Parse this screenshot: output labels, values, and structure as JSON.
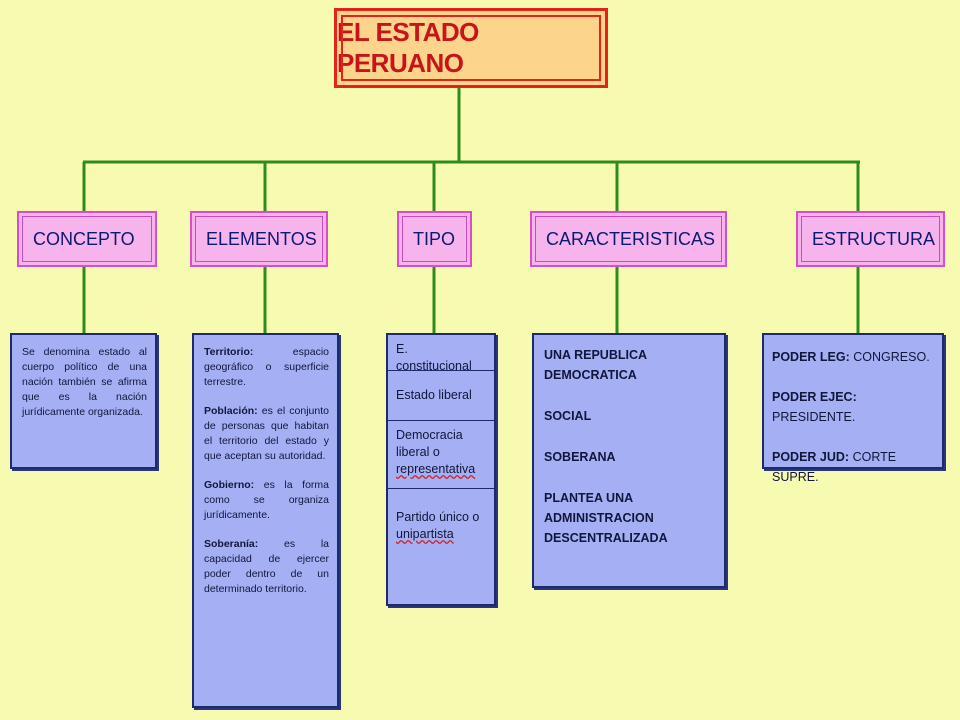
{
  "title": "EL ESTADO PERUANO",
  "categories": {
    "concepto": "CONCEPTO",
    "elementos": "ELEMENTOS",
    "tipo": "TIPO",
    "caracteristicas": "CARACTERISTICAS",
    "estructura": "ESTRUCTURA"
  },
  "concepto": {
    "text": "Se denomina estado al cuerpo político de una nación también se afirma que es la nación jurídicamente organizada."
  },
  "elementos": {
    "items": [
      {
        "term": "Territorio:",
        "desc": " espacio geográfico o superficie terrestre."
      },
      {
        "term": "Población:",
        "desc": " es el conjunto de personas que habitan el territorio del estado y que aceptan su autoridad."
      },
      {
        "term": "Gobierno:",
        "desc": " es la forma como se organiza jurídicamente."
      },
      {
        "term": "Soberanía:",
        "desc": " es la capacidad de ejercer poder dentro de un determinado territorio."
      }
    ]
  },
  "tipo": {
    "items": [
      "E. constitucional",
      "Estado liberal",
      "Democracia liberal o",
      "representativa",
      "Partido único o",
      "unipartista"
    ]
  },
  "caracteristicas": {
    "items": [
      "UNA REPUBLICA DEMOCRATICA",
      "SOCIAL",
      "SOBERANA",
      "PLANTEA UNA ADMINISTRACION DESCENTRALIZADA"
    ]
  },
  "estructura": {
    "items": [
      {
        "term": "PODER LEG:",
        "desc": " CONGRESO."
      },
      {
        "term": "PODER EJEC:",
        "desc": " PRESIDENTE."
      },
      {
        "term": "PODER JUD:",
        "desc": " CORTE SUPRE."
      }
    ]
  },
  "colors": {
    "background": "#f6fbb1",
    "connector": "#2e8b1c",
    "title_fill": "#fdd48b",
    "title_border": "#e2231a",
    "category_fill": "#f7b3ec",
    "content_fill": "#a4b0f3"
  }
}
